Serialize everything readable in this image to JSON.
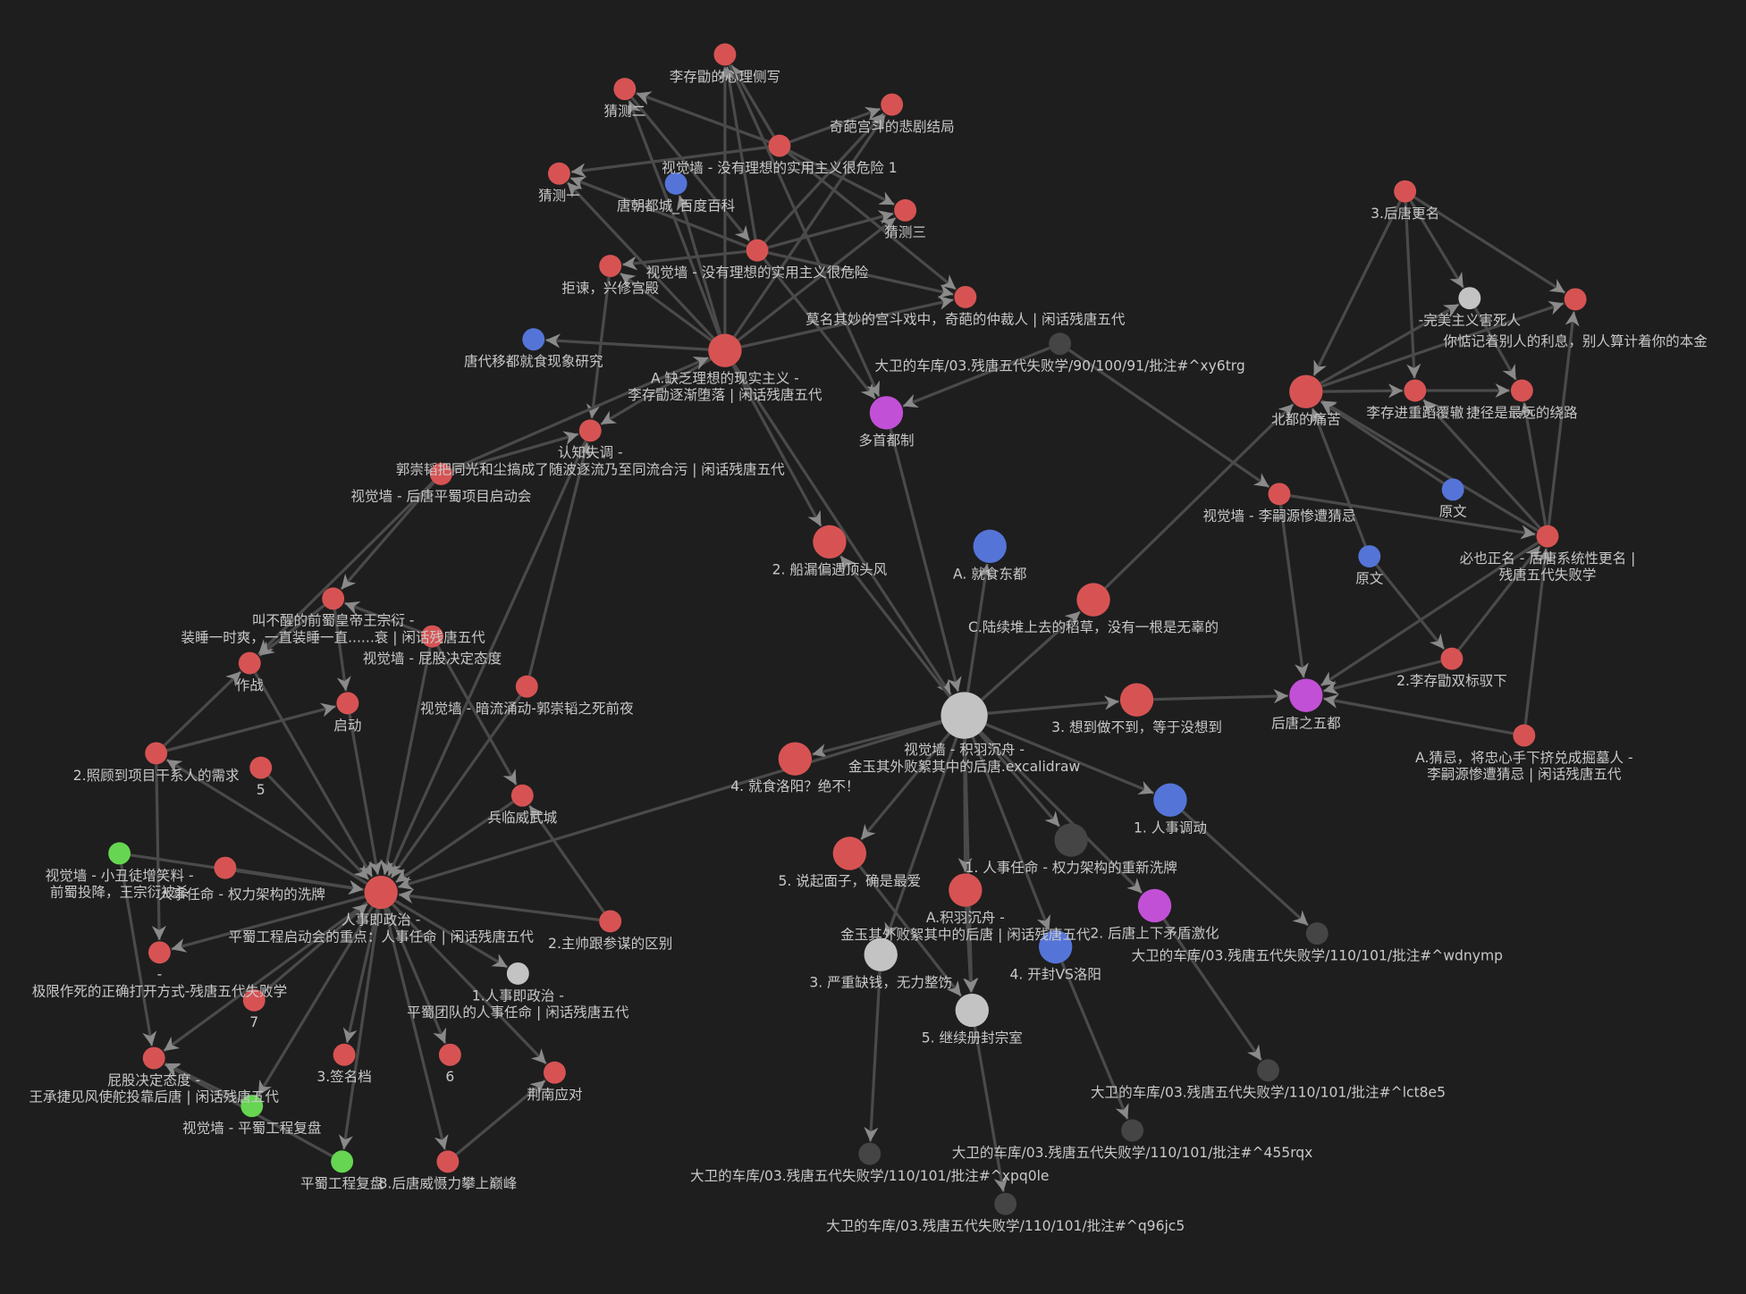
{
  "view": "graph",
  "colors": {
    "background": "#1e1e1e",
    "red": "#d75353",
    "blue": "#5574d8",
    "purple": "#c150d6",
    "green": "#66d551",
    "gray": "#c3c3c3",
    "dark": "#454545",
    "edge": "#4a4a4a",
    "arrow": "#8a8a8a",
    "label": "#c8c8c8"
  },
  "nodes": [
    {
      "id": "n1",
      "color": "red",
      "label": [
        "李存勖的心理侧写"
      ]
    },
    {
      "id": "n2",
      "color": "red",
      "label": [
        "猜测二"
      ]
    },
    {
      "id": "n3",
      "color": "red",
      "label": [
        "奇葩宫斗的悲剧结局"
      ]
    },
    {
      "id": "n4",
      "color": "red",
      "label": [
        "视觉墙 - 没有理想的实用主义很危险 1"
      ]
    },
    {
      "id": "n5",
      "color": "red",
      "label": [
        "猜测一"
      ]
    },
    {
      "id": "n6",
      "color": "blue",
      "label": [
        "唐朝都城_百度百科"
      ]
    },
    {
      "id": "n7",
      "color": "red",
      "label": [
        "猜测三"
      ]
    },
    {
      "id": "n8",
      "color": "red",
      "label": [
        "视觉墙 - 没有理想的实用主义很危险"
      ]
    },
    {
      "id": "n9",
      "color": "red",
      "label": [
        "拒谏，兴修宫殿"
      ]
    },
    {
      "id": "n10",
      "color": "red",
      "label": [
        "莫名其妙的宫斗戏中，奇葩的仲裁人 | 闲话残唐五代"
      ]
    },
    {
      "id": "n11",
      "color": "blue",
      "label": [
        "唐代移都就食现象研究"
      ]
    },
    {
      "id": "n12",
      "color": "red",
      "label": [
        "A.缺乏理想的现实主义 -",
        "李存勖逐渐堕落 | 闲话残唐五代"
      ]
    },
    {
      "id": "n13",
      "color": "dark",
      "label": [
        "大卫的车库/03.残唐五代失败学/90/100/91/批注#^xy6trg"
      ]
    },
    {
      "id": "n14",
      "color": "purple",
      "label": [
        "多首都制"
      ]
    },
    {
      "id": "n15",
      "color": "red",
      "label": [
        "认知失调 -",
        "郭崇韬把同光和尘搞成了随波逐流乃至同流合污 | 闲话残唐五代"
      ]
    },
    {
      "id": "n16",
      "color": "red",
      "label": [
        "视觉墙 - 后唐平蜀项目启动会"
      ]
    },
    {
      "id": "n17",
      "color": "red",
      "label": [
        "2. 船漏偏遇顶头风"
      ]
    },
    {
      "id": "n18",
      "color": "blue",
      "label": [
        "A. 就食东都"
      ]
    },
    {
      "id": "n19",
      "color": "red",
      "label": [
        "C.陆续堆上去的稻草，没有一根是无辜的"
      ]
    },
    {
      "id": "n20",
      "color": "red",
      "label": [
        "叫不醒的前蜀皇帝王宗衍 -",
        "装睡一时爽，一直装睡一直......衰 | 闲话残唐五代"
      ]
    },
    {
      "id": "n21",
      "color": "red",
      "label": [
        "视觉墙 - 屁股决定态度"
      ]
    },
    {
      "id": "n22",
      "color": "red",
      "label": [
        "作战"
      ]
    },
    {
      "id": "n23",
      "color": "red",
      "label": [
        "视觉墙 - 暗流涌动-郭崇韬之死前夜"
      ]
    },
    {
      "id": "n24",
      "color": "red",
      "label": [
        "启动"
      ]
    },
    {
      "id": "n25",
      "color": "gray",
      "label": [
        "视觉墙 - 积羽沉舟 -",
        "金玉其外败絮其中的后唐.excalidraw"
      ]
    },
    {
      "id": "n26",
      "color": "red",
      "label": [
        "3. 想到做不到，等于没想到"
      ]
    },
    {
      "id": "n27",
      "color": "purple",
      "label": [
        "后唐之五都"
      ]
    },
    {
      "id": "n28",
      "color": "red",
      "label": [
        "2.照顾到项目干系人的需求"
      ]
    },
    {
      "id": "n29",
      "color": "red",
      "label": [
        "5"
      ]
    },
    {
      "id": "n30",
      "color": "red",
      "label": [
        "4. 就食洛阳？绝不！"
      ]
    },
    {
      "id": "n31",
      "color": "red",
      "label": [
        "兵临威武城"
      ]
    },
    {
      "id": "n32",
      "color": "blue",
      "label": [
        "1. 人事调动"
      ]
    },
    {
      "id": "n33",
      "color": "green",
      "label": [
        "视觉墙 - 小丑徒增笑料 -",
        "前蜀投降，王宗衍被杀"
      ]
    },
    {
      "id": "n34",
      "color": "red",
      "label": [
        "人事任命 - 权力架构的洗牌"
      ]
    },
    {
      "id": "n35",
      "color": "red",
      "label": [
        "人事即政治 -",
        "平蜀工程启动会的重点：人事任命 | 闲话残唐五代"
      ]
    },
    {
      "id": "n36",
      "color": "red",
      "label": [
        "5. 说起面子，确是最爱"
      ]
    },
    {
      "id": "n37",
      "color": "dark",
      "label": [
        "1. 人事任命 - 权力架构的重新洗牌"
      ]
    },
    {
      "id": "n38",
      "color": "red",
      "label": [
        "2.主帅跟参谋的区别"
      ]
    },
    {
      "id": "n39",
      "color": "red",
      "label": [
        "-",
        "极限作死的正确打开方式-残唐五代失败学"
      ]
    },
    {
      "id": "n40",
      "color": "red",
      "label": [
        "A.积羽沉舟 -",
        "金玉其外败絮其中的后唐 | 闲话残唐五代"
      ]
    },
    {
      "id": "n41",
      "color": "purple",
      "label": [
        "2. 后唐上下矛盾激化"
      ]
    },
    {
      "id": "n42",
      "color": "dark",
      "label": [
        "大卫的车库/03.残唐五代失败学/110/101/批注#^wdnymp"
      ]
    },
    {
      "id": "n43",
      "color": "gray",
      "label": [
        "3. 严重缺钱，无力整饬"
      ]
    },
    {
      "id": "n44",
      "color": "blue",
      "label": [
        "4. 开封VS洛阳"
      ]
    },
    {
      "id": "n45",
      "color": "gray",
      "label": [
        "1.人事即政治 -",
        "平蜀团队的人事任命 | 闲话残唐五代"
      ]
    },
    {
      "id": "n46",
      "color": "red",
      "label": [
        "7"
      ]
    },
    {
      "id": "n47",
      "color": "gray",
      "label": [
        "5. 继续册封宗室"
      ]
    },
    {
      "id": "n48",
      "color": "red",
      "label": [
        "屁股决定态度 -",
        "王承捷见风使舵投靠后唐 | 闲话残唐五代"
      ]
    },
    {
      "id": "n49",
      "color": "red",
      "label": [
        "3.签名档"
      ]
    },
    {
      "id": "n50",
      "color": "red",
      "label": [
        "6"
      ]
    },
    {
      "id": "n51",
      "color": "red",
      "label": [
        "荆南应对"
      ]
    },
    {
      "id": "n52",
      "color": "green",
      "label": [
        "视觉墙 - 平蜀工程复盘"
      ]
    },
    {
      "id": "n53",
      "color": "dark",
      "label": [
        "大卫的车库/03.残唐五代失败学/110/101/批注#^lct8e5"
      ]
    },
    {
      "id": "n54",
      "color": "dark",
      "label": [
        "大卫的车库/03.残唐五代失败学/110/101/批注#^455rqx"
      ]
    },
    {
      "id": "n55",
      "color": "green",
      "label": [
        "平蜀工程复盘"
      ]
    },
    {
      "id": "n56",
      "color": "red",
      "label": [
        "8.后唐威慑力攀上巅峰"
      ]
    },
    {
      "id": "n57",
      "color": "dark",
      "label": [
        "大卫的车库/03.残唐五代失败学/110/101/批注#^xpq0le"
      ]
    },
    {
      "id": "n58",
      "color": "dark",
      "label": [
        "大卫的车库/03.残唐五代失败学/110/101/批注#^q96jc5"
      ]
    },
    {
      "id": "n59",
      "color": "red",
      "label": [
        "3.后唐更名"
      ]
    },
    {
      "id": "n60",
      "color": "gray",
      "label": [
        "-完美主义害死人"
      ]
    },
    {
      "id": "n61",
      "color": "red",
      "label": [
        "你惦记着别人的利息，别人算计着你的本金"
      ]
    },
    {
      "id": "n62",
      "color": "red",
      "label": [
        "北都的痛苦"
      ]
    },
    {
      "id": "n63",
      "color": "red",
      "label": [
        "李存进重蹈覆辙"
      ]
    },
    {
      "id": "n64",
      "color": "red",
      "label": [
        "捷径是最远的绕路"
      ]
    },
    {
      "id": "n65",
      "color": "blue",
      "label": [
        "原文"
      ]
    },
    {
      "id": "n66",
      "color": "red",
      "label": [
        "视觉墙 - 李嗣源惨遭猜忌"
      ]
    },
    {
      "id": "n67",
      "color": "blue",
      "label": [
        "原文"
      ]
    },
    {
      "id": "n68",
      "color": "red",
      "label": [
        "必也正名 - 后唐系统性更名 |",
        "残唐五代失败学"
      ]
    },
    {
      "id": "n69",
      "color": "red",
      "label": [
        "2.李存勖双标驭下"
      ]
    },
    {
      "id": "n70",
      "color": "red",
      "label": [
        "A.猜忌，将忠心手下挤兑成掘墓人 -",
        "李嗣源惨遭猜忌 | 闲话残唐五代"
      ]
    }
  ],
  "edges": [
    [
      "n4",
      "n2"
    ],
    [
      "n4",
      "n5"
    ],
    [
      "n4",
      "n3"
    ],
    [
      "n4",
      "n7"
    ],
    [
      "n4",
      "n10"
    ],
    [
      "n4",
      "n1"
    ],
    [
      "n8",
      "n5"
    ],
    [
      "n8",
      "n9"
    ],
    [
      "n8",
      "n7"
    ],
    [
      "n8",
      "n3"
    ],
    [
      "n8",
      "n1"
    ],
    [
      "n8",
      "n10"
    ],
    [
      "n8",
      "n14"
    ],
    [
      "n2",
      "n8"
    ],
    [
      "n12",
      "n5"
    ],
    [
      "n12",
      "n6"
    ],
    [
      "n12",
      "n11"
    ],
    [
      "n12",
      "n9"
    ],
    [
      "n12",
      "n1"
    ],
    [
      "n12",
      "n3"
    ],
    [
      "n12",
      "n7"
    ],
    [
      "n12",
      "n10"
    ],
    [
      "n12",
      "n15"
    ],
    [
      "n12",
      "n2"
    ],
    [
      "n1",
      "n14"
    ],
    [
      "n9",
      "n15"
    ],
    [
      "n16",
      "n12"
    ],
    [
      "n16",
      "n15"
    ],
    [
      "n16",
      "n20"
    ],
    [
      "n16",
      "n22"
    ],
    [
      "n12",
      "n25"
    ],
    [
      "n14",
      "n25"
    ],
    [
      "n13",
      "n14"
    ],
    [
      "n13",
      "n66"
    ],
    [
      "n25",
      "n17"
    ],
    [
      "n25",
      "n18"
    ],
    [
      "n25",
      "n19"
    ],
    [
      "n25",
      "n26"
    ],
    [
      "n25",
      "n30"
    ],
    [
      "n25",
      "n32"
    ],
    [
      "n25",
      "n36"
    ],
    [
      "n25",
      "n37"
    ],
    [
      "n25",
      "n40"
    ],
    [
      "n25",
      "n41"
    ],
    [
      "n25",
      "n43"
    ],
    [
      "n25",
      "n44"
    ],
    [
      "n25",
      "n47"
    ],
    [
      "n25",
      "n35"
    ],
    [
      "n12",
      "n17"
    ],
    [
      "n26",
      "n27"
    ],
    [
      "n19",
      "n62"
    ],
    [
      "n20",
      "n22"
    ],
    [
      "n20",
      "n24"
    ],
    [
      "n21",
      "n20"
    ],
    [
      "n21",
      "n35"
    ],
    [
      "n21",
      "n31"
    ],
    [
      "n22",
      "n35"
    ],
    [
      "n24",
      "n35"
    ],
    [
      "n23",
      "n35"
    ],
    [
      "n23",
      "n15"
    ],
    [
      "n15",
      "n35"
    ],
    [
      "n28",
      "n22"
    ],
    [
      "n28",
      "n24"
    ],
    [
      "n28",
      "n39"
    ],
    [
      "n29",
      "n35"
    ],
    [
      "n31",
      "n35"
    ],
    [
      "n38",
      "n31"
    ],
    [
      "n33",
      "n35"
    ],
    [
      "n34",
      "n35"
    ],
    [
      "n33",
      "n48"
    ],
    [
      "n38",
      "n35"
    ],
    [
      "n35",
      "n28"
    ],
    [
      "n35",
      "n39"
    ],
    [
      "n35",
      "n45"
    ],
    [
      "n35",
      "n49"
    ],
    [
      "n35",
      "n50"
    ],
    [
      "n35",
      "n51"
    ],
    [
      "n35",
      "n48"
    ],
    [
      "n35",
      "n52"
    ],
    [
      "n35",
      "n55"
    ],
    [
      "n35",
      "n56"
    ],
    [
      "n46",
      "n35"
    ],
    [
      "n52",
      "n48"
    ],
    [
      "n55",
      "n48"
    ],
    [
      "n56",
      "n51"
    ],
    [
      "n32",
      "n42"
    ],
    [
      "n41",
      "n53"
    ],
    [
      "n44",
      "n54"
    ],
    [
      "n43",
      "n57"
    ],
    [
      "n47",
      "n58"
    ],
    [
      "n36",
      "n47"
    ],
    [
      "n40",
      "n47"
    ],
    [
      "n59",
      "n62"
    ],
    [
      "n59",
      "n63"
    ],
    [
      "n59",
      "n60"
    ],
    [
      "n59",
      "n61"
    ],
    [
      "n62",
      "n60"
    ],
    [
      "n62",
      "n61"
    ],
    [
      "n62",
      "n63"
    ],
    [
      "n63",
      "n64"
    ],
    [
      "n60",
      "n64"
    ],
    [
      "n68",
      "n62"
    ],
    [
      "n68",
      "n63"
    ],
    [
      "n68",
      "n64"
    ],
    [
      "n68",
      "n61"
    ],
    [
      "n65",
      "n62"
    ],
    [
      "n66",
      "n68"
    ],
    [
      "n66",
      "n27"
    ],
    [
      "n67",
      "n62"
    ],
    [
      "n67",
      "n69"
    ],
    [
      "n69",
      "n68"
    ],
    [
      "n69",
      "n27"
    ],
    [
      "n68",
      "n27"
    ],
    [
      "n70",
      "n27"
    ],
    [
      "n70",
      "n68"
    ]
  ]
}
